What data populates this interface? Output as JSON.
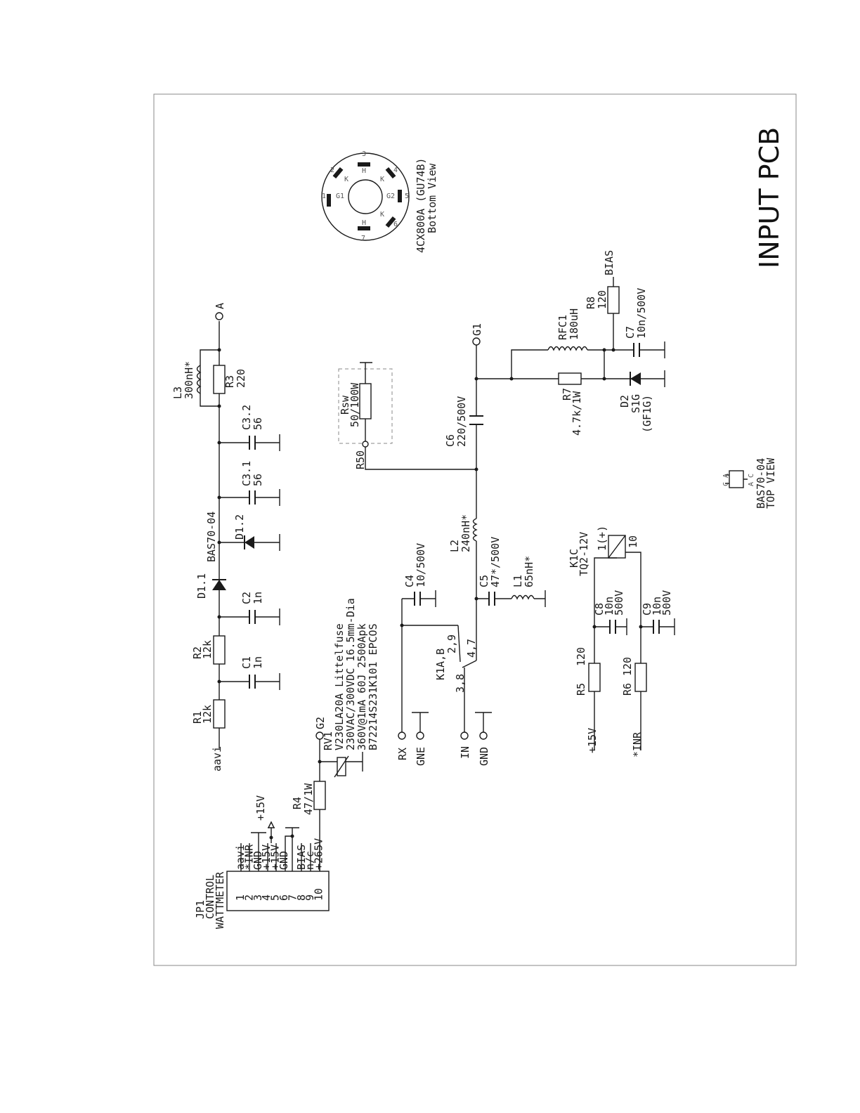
{
  "title": "INPUT PCB",
  "tube": {
    "name": "4CX800A (GU74B)",
    "view": "Bottom View",
    "pins": [
      "1",
      "2",
      "3",
      "4",
      "5",
      "6",
      "7"
    ],
    "pin_names": [
      "G1",
      "K",
      "H",
      "K",
      "G2",
      "K",
      "H"
    ]
  },
  "components": {
    "l3": {
      "ref": "L3",
      "val": "300nH*"
    },
    "r3": {
      "ref": "R3",
      "val": "220"
    },
    "c3_2": {
      "ref": "C3.2",
      "val": "56"
    },
    "c3_1": {
      "ref": "C3.1",
      "val": "56"
    },
    "d1_2": {
      "ref": "D1.2"
    },
    "d1_1": {
      "ref": "D1.1",
      "val": "BAS70-04"
    },
    "c2": {
      "ref": "C2",
      "val": "1n"
    },
    "r2": {
      "ref": "R2",
      "val": "12k"
    },
    "c1": {
      "ref": "C1",
      "val": "1n"
    },
    "r1": {
      "ref": "R1",
      "val": "12k"
    },
    "rsw": {
      "ref": "Rsw",
      "val": "50/100W"
    },
    "r50": {
      "ref": "R50"
    },
    "c6": {
      "ref": "C6",
      "val": "220/500V"
    },
    "r7": {
      "ref": "R7",
      "val": "4.7k/1W"
    },
    "rfc1": {
      "ref": "RFC1",
      "val": "180uH"
    },
    "r8": {
      "ref": "R8",
      "val": "120"
    },
    "c7": {
      "ref": "C7",
      "val": "10n/500V"
    },
    "d2": {
      "ref": "D2",
      "val": "S1G",
      "alt": "(GF1G)"
    },
    "l2": {
      "ref": "L2",
      "val": "240nH*"
    },
    "c5": {
      "ref": "C5",
      "val": "47*/500V"
    },
    "l1": {
      "ref": "L1",
      "val": "65nH*"
    },
    "c4": {
      "ref": "C4",
      "val": "10/500V"
    },
    "k1ab": {
      "ref": "K1A,B",
      "pa": "2,9",
      "pb": "4,7",
      "pc": "3,8"
    },
    "k1c": {
      "ref": "K1C",
      "val": "TQ2-12V",
      "p1": "1(+)",
      "p2": "10"
    },
    "c8": {
      "ref": "C8",
      "val": "10n",
      "v": "500V"
    },
    "c9": {
      "ref": "C9",
      "val": "10n",
      "v": "500V"
    },
    "r5": {
      "ref": "R5",
      "val": "120"
    },
    "r6": {
      "ref": "R6",
      "val": "120"
    },
    "r4": {
      "ref": "R4",
      "val": "47/1W"
    },
    "rv1": {
      "ref": "RV1",
      "l1": "V230LA20A Littelfuse",
      "l2": "230VAC/300VDC 16.5mm-Dia",
      "l3": "360V@1mA 60J 2500Apk",
      "l4": "B72214S231K101 EPCOS"
    },
    "bas70": {
      "l1": "BAS70-04",
      "l2": "TOP VIEW",
      "pins": "C A",
      "pins2": "A C"
    }
  },
  "nets": {
    "a": "A",
    "g1": "G1",
    "g2": "G2",
    "bias": "BIAS",
    "aavi": "aavi",
    "rx": "RX",
    "gne": "GNE",
    "in": "IN",
    "gnd": "GND",
    "p15": "+15V",
    "inr": "*INR",
    "p15b": "+15V"
  },
  "jp1": {
    "ref": "JP1",
    "l2": "CONTROL",
    "l3": "WATTMETER",
    "pins": [
      "1",
      "2",
      "3",
      "4",
      "5",
      "6",
      "7",
      "8",
      "9",
      "10"
    ],
    "names": [
      "aavi",
      "*INR",
      "GND",
      "+15V",
      "+15V",
      "GND",
      "",
      "BIAS",
      "n/c",
      "+265V"
    ]
  }
}
